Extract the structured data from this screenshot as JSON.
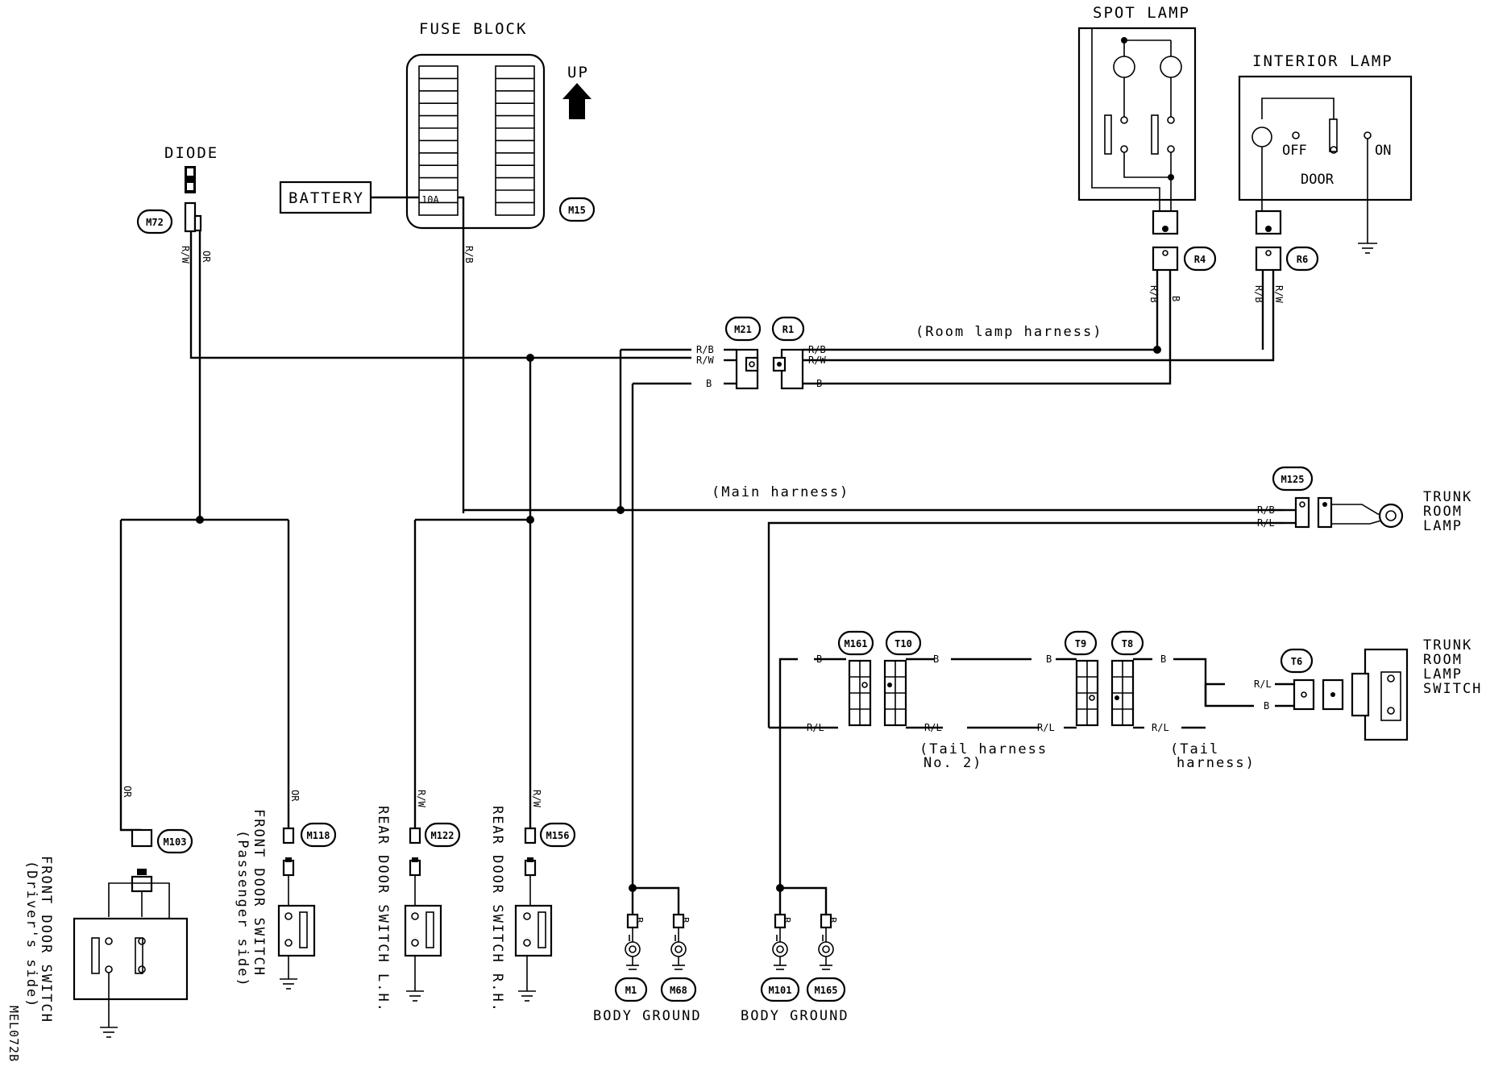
{
  "components": {
    "fuse_block": "FUSE BLOCK",
    "fuse_rating": "10A",
    "battery": "BATTERY",
    "up": "UP",
    "diode": "DIODE",
    "spot_lamp": "SPOT LAMP",
    "interior_lamp": "INTERIOR LAMP",
    "off": "OFF",
    "on": "ON",
    "door": "DOOR",
    "trunk_room_lamp": [
      "TRUNK",
      "ROOM",
      "LAMP"
    ],
    "trunk_room_lamp_switch": [
      "TRUNK",
      "ROOM",
      "LAMP",
      "SWITCH"
    ],
    "front_door_switch_driver": [
      "FRONT DOOR SWITCH",
      "(Driver's side)"
    ],
    "front_door_switch_passenger": [
      "FRONT DOOR SWITCH",
      "(Passenger side)"
    ],
    "rear_door_switch_lh": "REAR DOOR SWITCH L.H.",
    "rear_door_switch_rh": "REAR DOOR SWITCH R.H.",
    "body_ground": "BODY GROUND",
    "drawing_code": "MEL072B"
  },
  "harnesses": {
    "room_lamp": "(Room lamp  harness)",
    "main": "(Main  harness)",
    "tail_no2": [
      "(Tail harness",
      "No. 2)"
    ],
    "tail": [
      "(Tail",
      "harness)"
    ]
  },
  "connectors": {
    "M15": "M15",
    "M72": "M72",
    "M21": "M21",
    "R1": "R1",
    "R4": "R4",
    "R6": "R6",
    "M125": "M125",
    "M161": "M161",
    "T10": "T10",
    "T9": "T9",
    "T8": "T8",
    "T6": "T6",
    "M103": "M103",
    "M118": "M118",
    "M122": "M122",
    "M156": "M156",
    "M1": "M1",
    "M68": "M68",
    "M101": "M101",
    "M165": "M165"
  },
  "wire_colors": {
    "RB": "R/B",
    "RW": "R/W",
    "B": "B",
    "OR": "OR",
    "RL": "R/L"
  }
}
